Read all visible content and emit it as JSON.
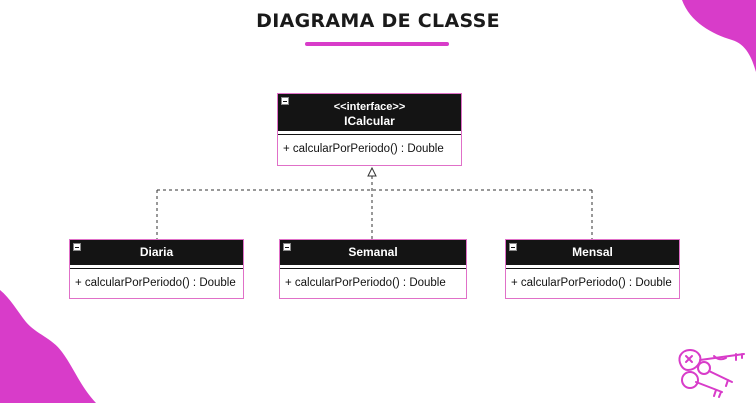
{
  "header": {
    "title": "DIAGRAMA DE CLASSE"
  },
  "colors": {
    "accent": "#d83cc9",
    "header_fill": "#141414",
    "box_border": "#e070c8"
  },
  "diagram": {
    "interface": {
      "stereotype": "<<interface>>",
      "name": "ICalcular",
      "method": "+ calcularPorPeriodo() : Double"
    },
    "classes": [
      {
        "name": "Diaria",
        "method": "+ calcularPorPeriodo() : Double"
      },
      {
        "name": "Semanal",
        "method": "+ calcularPorPeriodo() : Double"
      },
      {
        "name": "Mensal",
        "method": "+ calcularPorPeriodo() : Double"
      }
    ],
    "relation": "realization"
  },
  "decorations": {
    "logo_icon": "keys-icon"
  }
}
